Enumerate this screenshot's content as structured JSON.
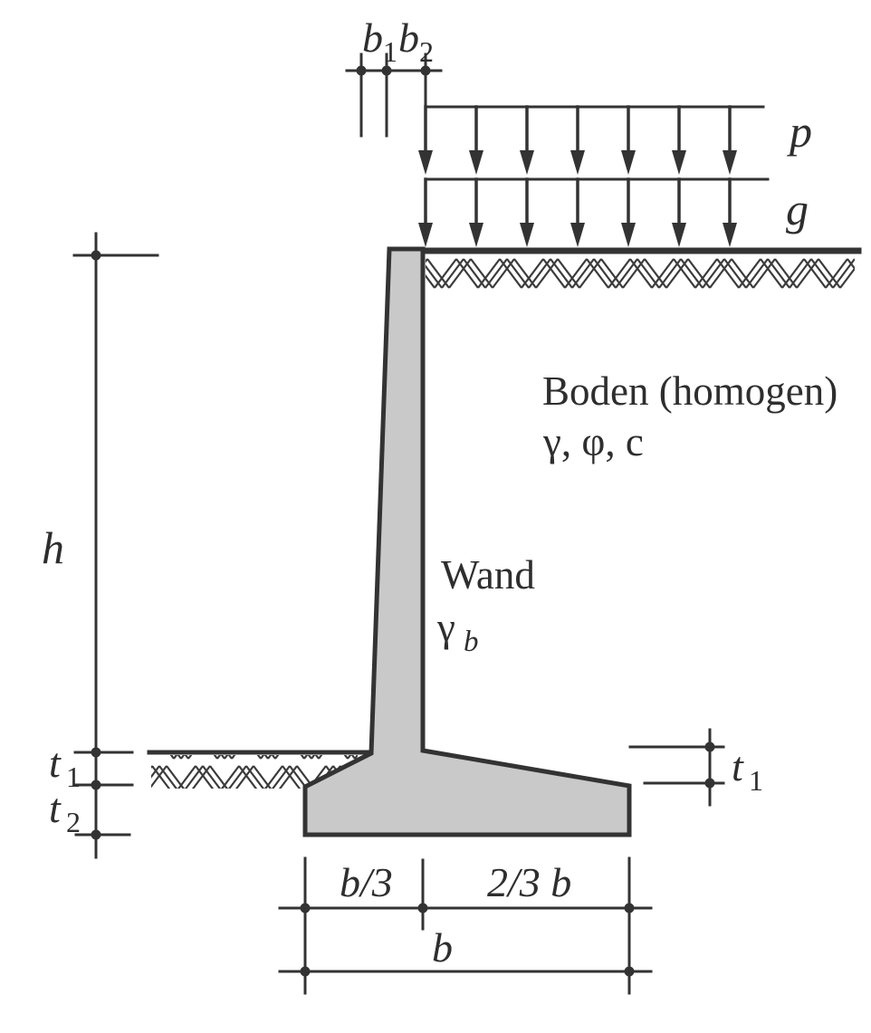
{
  "figure": {
    "colors": {
      "ink": "#333333",
      "text_ink": "#2e2e2e",
      "wall_fill": "#c9c9c9",
      "hatch": "#3a3a3a",
      "background": "#ffffff"
    },
    "labels": {
      "dim_b1": {
        "base": "b",
        "sub": "1"
      },
      "dim_b2": {
        "base": "b",
        "sub": "2"
      },
      "load_p": "p",
      "load_g": "g",
      "height_h": "h",
      "t1_left": {
        "base": "t",
        "sub": "1"
      },
      "t2_left": {
        "base": "t",
        "sub": "2"
      },
      "t1_right": {
        "base": "t",
        "sub": "1"
      },
      "soil_line1": "Boden (homogen)",
      "soil_line2": "γ, φ, c",
      "wall_line1": "Wand",
      "wall_gamma": {
        "base": "γ",
        "sub": "b"
      },
      "footing_left_third": "b/3",
      "footing_right_two_thirds": "2/3 b",
      "footing_total": "b"
    }
  }
}
